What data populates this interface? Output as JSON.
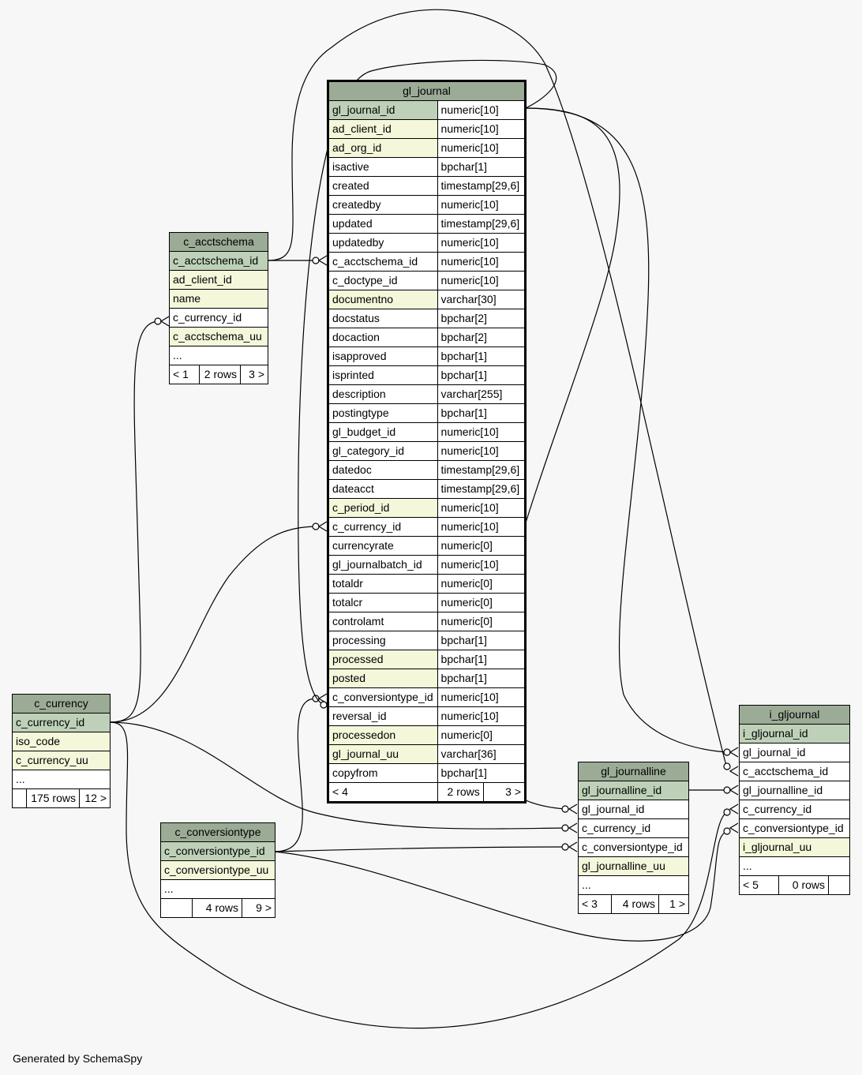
{
  "footer": "Generated by SchemaSpy",
  "tables": {
    "gl_journal": {
      "name": "gl_journal",
      "columns": [
        {
          "name": "gl_journal_id",
          "type": "numeric[10]",
          "kind": "pk"
        },
        {
          "name": "ad_client_id",
          "type": "numeric[10]",
          "kind": "idx"
        },
        {
          "name": "ad_org_id",
          "type": "numeric[10]",
          "kind": "idx"
        },
        {
          "name": "isactive",
          "type": "bpchar[1]",
          "kind": ""
        },
        {
          "name": "created",
          "type": "timestamp[29,6]",
          "kind": ""
        },
        {
          "name": "createdby",
          "type": "numeric[10]",
          "kind": ""
        },
        {
          "name": "updated",
          "type": "timestamp[29,6]",
          "kind": ""
        },
        {
          "name": "updatedby",
          "type": "numeric[10]",
          "kind": ""
        },
        {
          "name": "c_acctschema_id",
          "type": "numeric[10]",
          "kind": ""
        },
        {
          "name": "c_doctype_id",
          "type": "numeric[10]",
          "kind": ""
        },
        {
          "name": "documentno",
          "type": "varchar[30]",
          "kind": "idx"
        },
        {
          "name": "docstatus",
          "type": "bpchar[2]",
          "kind": ""
        },
        {
          "name": "docaction",
          "type": "bpchar[2]",
          "kind": ""
        },
        {
          "name": "isapproved",
          "type": "bpchar[1]",
          "kind": ""
        },
        {
          "name": "isprinted",
          "type": "bpchar[1]",
          "kind": ""
        },
        {
          "name": "description",
          "type": "varchar[255]",
          "kind": ""
        },
        {
          "name": "postingtype",
          "type": "bpchar[1]",
          "kind": ""
        },
        {
          "name": "gl_budget_id",
          "type": "numeric[10]",
          "kind": ""
        },
        {
          "name": "gl_category_id",
          "type": "numeric[10]",
          "kind": ""
        },
        {
          "name": "datedoc",
          "type": "timestamp[29,6]",
          "kind": ""
        },
        {
          "name": "dateacct",
          "type": "timestamp[29,6]",
          "kind": ""
        },
        {
          "name": "c_period_id",
          "type": "numeric[10]",
          "kind": "idx"
        },
        {
          "name": "c_currency_id",
          "type": "numeric[10]",
          "kind": ""
        },
        {
          "name": "currencyrate",
          "type": "numeric[0]",
          "kind": ""
        },
        {
          "name": "gl_journalbatch_id",
          "type": "numeric[10]",
          "kind": ""
        },
        {
          "name": "totaldr",
          "type": "numeric[0]",
          "kind": ""
        },
        {
          "name": "totalcr",
          "type": "numeric[0]",
          "kind": ""
        },
        {
          "name": "controlamt",
          "type": "numeric[0]",
          "kind": ""
        },
        {
          "name": "processing",
          "type": "bpchar[1]",
          "kind": ""
        },
        {
          "name": "processed",
          "type": "bpchar[1]",
          "kind": "idx"
        },
        {
          "name": "posted",
          "type": "bpchar[1]",
          "kind": "idx"
        },
        {
          "name": "c_conversiontype_id",
          "type": "numeric[10]",
          "kind": ""
        },
        {
          "name": "reversal_id",
          "type": "numeric[10]",
          "kind": ""
        },
        {
          "name": "processedon",
          "type": "numeric[0]",
          "kind": "idx"
        },
        {
          "name": "gl_journal_uu",
          "type": "varchar[36]",
          "kind": "idx"
        },
        {
          "name": "copyfrom",
          "type": "bpchar[1]",
          "kind": ""
        }
      ],
      "footer": [
        "< 4",
        "2 rows",
        "3 >"
      ]
    },
    "c_acctschema": {
      "name": "c_acctschema",
      "columns": [
        {
          "name": "c_acctschema_id",
          "kind": "pk"
        },
        {
          "name": "ad_client_id",
          "kind": "idx"
        },
        {
          "name": "name",
          "kind": "idx"
        },
        {
          "name": "c_currency_id",
          "kind": ""
        },
        {
          "name": "c_acctschema_uu",
          "kind": "idx"
        },
        {
          "name": "...",
          "kind": ""
        }
      ],
      "footer": [
        "< 1",
        "2 rows",
        "3 >"
      ]
    },
    "c_currency": {
      "name": "c_currency",
      "columns": [
        {
          "name": "c_currency_id",
          "kind": "pk"
        },
        {
          "name": "iso_code",
          "kind": "idx"
        },
        {
          "name": "c_currency_uu",
          "kind": "idx"
        },
        {
          "name": "...",
          "kind": ""
        }
      ],
      "footer": [
        "",
        "175 rows",
        "12 >"
      ]
    },
    "c_conversiontype": {
      "name": "c_conversiontype",
      "columns": [
        {
          "name": "c_conversiontype_id",
          "kind": "pk"
        },
        {
          "name": "c_conversiontype_uu",
          "kind": "idx"
        },
        {
          "name": "...",
          "kind": ""
        }
      ],
      "footer": [
        "",
        "4 rows",
        "9 >"
      ]
    },
    "gl_journalline": {
      "name": "gl_journalline",
      "columns": [
        {
          "name": "gl_journalline_id",
          "kind": "pk"
        },
        {
          "name": "gl_journal_id",
          "kind": ""
        },
        {
          "name": "c_currency_id",
          "kind": ""
        },
        {
          "name": "c_conversiontype_id",
          "kind": ""
        },
        {
          "name": "gl_journalline_uu",
          "kind": "idx"
        },
        {
          "name": "...",
          "kind": ""
        }
      ],
      "footer": [
        "< 3",
        "4 rows",
        "1 >"
      ]
    },
    "i_gljournal": {
      "name": "i_gljournal",
      "columns": [
        {
          "name": "i_gljournal_id",
          "kind": "pk"
        },
        {
          "name": "gl_journal_id",
          "kind": ""
        },
        {
          "name": "c_acctschema_id",
          "kind": ""
        },
        {
          "name": "gl_journalline_id",
          "kind": ""
        },
        {
          "name": "c_currency_id",
          "kind": ""
        },
        {
          "name": "c_conversiontype_id",
          "kind": ""
        },
        {
          "name": "i_gljournal_uu",
          "kind": "idx"
        },
        {
          "name": "...",
          "kind": ""
        }
      ],
      "footer": [
        "< 5",
        "0 rows",
        ""
      ]
    }
  }
}
